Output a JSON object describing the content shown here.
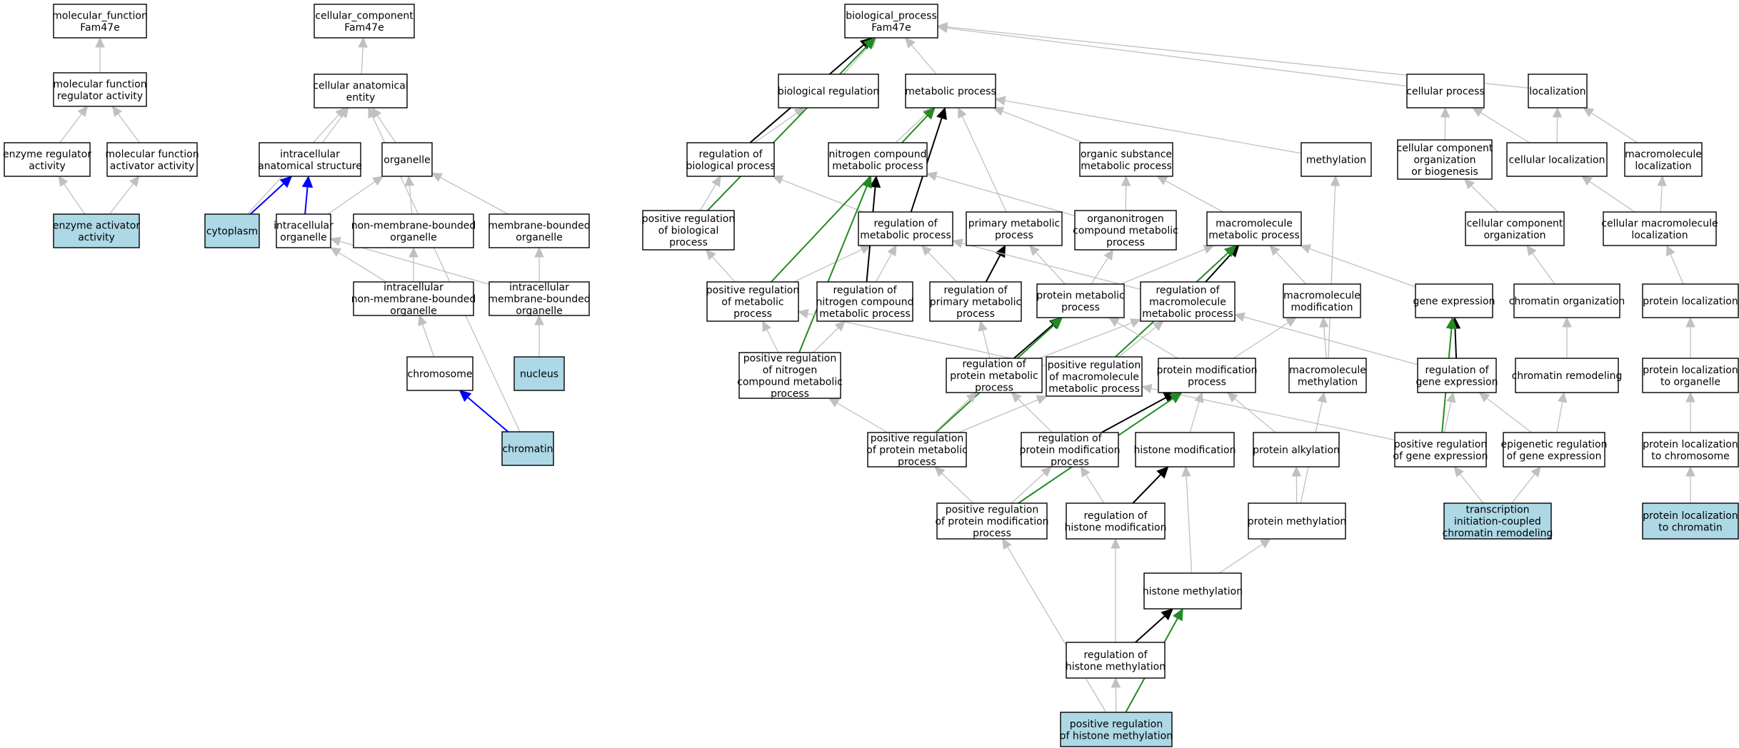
{
  "colors": {
    "node_fill": "#ffffff",
    "highlight_fill": "#add8e6",
    "is_a_edge": "#c0c0c0",
    "regulates_edge": "#000000",
    "positively_regulates_edge": "#228b22",
    "part_of_edge": "#0000ff"
  },
  "nodes": [
    {
      "id": "mf",
      "lines": [
        "molecular_function",
        "Fam47e"
      ],
      "highlight": false
    },
    {
      "id": "mfra",
      "lines": [
        "molecular function",
        "regulator activity"
      ],
      "highlight": false
    },
    {
      "id": "era",
      "lines": [
        "enzyme regulator",
        "activity"
      ],
      "highlight": false
    },
    {
      "id": "mfaa",
      "lines": [
        "molecular function",
        "activator activity"
      ],
      "highlight": false
    },
    {
      "id": "eaa",
      "lines": [
        "enzyme activator",
        "activity"
      ],
      "highlight": true
    },
    {
      "id": "cc",
      "lines": [
        "cellular_component",
        "Fam47e"
      ],
      "highlight": false
    },
    {
      "id": "cae",
      "lines": [
        "cellular anatomical",
        "entity"
      ],
      "highlight": false
    },
    {
      "id": "ias",
      "lines": [
        "intracellular",
        "anatomical structure"
      ],
      "highlight": false
    },
    {
      "id": "org",
      "lines": [
        "organelle"
      ],
      "highlight": false
    },
    {
      "id": "cyto",
      "lines": [
        "cytoplasm"
      ],
      "highlight": true
    },
    {
      "id": "io",
      "lines": [
        "intracellular",
        "organelle"
      ],
      "highlight": false
    },
    {
      "id": "nmbo",
      "lines": [
        "non-membrane-bounded",
        "organelle"
      ],
      "highlight": false
    },
    {
      "id": "mbo",
      "lines": [
        "membrane-bounded",
        "organelle"
      ],
      "highlight": false
    },
    {
      "id": "inmbo",
      "lines": [
        "intracellular",
        "non-membrane-bounded",
        "organelle"
      ],
      "highlight": false
    },
    {
      "id": "imbo",
      "lines": [
        "intracellular",
        "membrane-bounded",
        "organelle"
      ],
      "highlight": false
    },
    {
      "id": "chrom",
      "lines": [
        "chromosome"
      ],
      "highlight": false
    },
    {
      "id": "nuc",
      "lines": [
        "nucleus"
      ],
      "highlight": true
    },
    {
      "id": "chrt",
      "lines": [
        "chromatin"
      ],
      "highlight": true
    },
    {
      "id": "bp",
      "lines": [
        "biological_process",
        "Fam47e"
      ],
      "highlight": false
    },
    {
      "id": "breg",
      "lines": [
        "biological regulation"
      ],
      "highlight": false
    },
    {
      "id": "mp",
      "lines": [
        "metabolic process"
      ],
      "highlight": false
    },
    {
      "id": "cp",
      "lines": [
        "cellular process"
      ],
      "highlight": false
    },
    {
      "id": "loc",
      "lines": [
        "localization"
      ],
      "highlight": false
    },
    {
      "id": "rbp",
      "lines": [
        "regulation of",
        "biological process"
      ],
      "highlight": false
    },
    {
      "id": "ncmp",
      "lines": [
        "nitrogen compound",
        "metabolic process"
      ],
      "highlight": false
    },
    {
      "id": "osmp",
      "lines": [
        "organic substance",
        "metabolic process"
      ],
      "highlight": false
    },
    {
      "id": "meth",
      "lines": [
        "methylation"
      ],
      "highlight": false
    },
    {
      "id": "ccob",
      "lines": [
        "cellular component",
        "organization",
        "or biogenesis"
      ],
      "highlight": false
    },
    {
      "id": "cloc",
      "lines": [
        "cellular localization"
      ],
      "highlight": false
    },
    {
      "id": "mloc",
      "lines": [
        "macromolecule",
        "localization"
      ],
      "highlight": false
    },
    {
      "id": "prbp",
      "lines": [
        "positive regulation",
        "of biological",
        "process"
      ],
      "highlight": false
    },
    {
      "id": "rmp",
      "lines": [
        "regulation of",
        "metabolic process"
      ],
      "highlight": false
    },
    {
      "id": "pmp",
      "lines": [
        "primary metabolic",
        "process"
      ],
      "highlight": false
    },
    {
      "id": "oncmp",
      "lines": [
        "organonitrogen",
        "compound metabolic",
        "process"
      ],
      "highlight": false
    },
    {
      "id": "mmp",
      "lines": [
        "macromolecule",
        "metabolic process"
      ],
      "highlight": false
    },
    {
      "id": "cco",
      "lines": [
        "cellular component",
        "organization"
      ],
      "highlight": false
    },
    {
      "id": "cmloc",
      "lines": [
        "cellular macromolecule",
        "localization"
      ],
      "highlight": false
    },
    {
      "id": "prmp",
      "lines": [
        "positive regulation",
        "of metabolic",
        "process"
      ],
      "highlight": false
    },
    {
      "id": "rncmp",
      "lines": [
        "regulation of",
        "nitrogen compound",
        "metabolic process"
      ],
      "highlight": false
    },
    {
      "id": "rpmp",
      "lines": [
        "regulation of",
        "primary metabolic",
        "process"
      ],
      "highlight": false
    },
    {
      "id": "protmp",
      "lines": [
        "protein metabolic",
        "process"
      ],
      "highlight": false
    },
    {
      "id": "rmmp",
      "lines": [
        "regulation of",
        "macromolecule",
        "metabolic process"
      ],
      "highlight": false
    },
    {
      "id": "mmod",
      "lines": [
        "macromolecule",
        "modification"
      ],
      "highlight": false
    },
    {
      "id": "gexp",
      "lines": [
        "gene expression"
      ],
      "highlight": false
    },
    {
      "id": "corg",
      "lines": [
        "chromatin organization"
      ],
      "highlight": false
    },
    {
      "id": "ploc",
      "lines": [
        "protein localization"
      ],
      "highlight": false
    },
    {
      "id": "prncmp",
      "lines": [
        "positive regulation",
        "of nitrogen",
        "compound metabolic",
        "process"
      ],
      "highlight": false
    },
    {
      "id": "rprotmp",
      "lines": [
        "regulation of",
        "protein metabolic",
        "process"
      ],
      "highlight": false
    },
    {
      "id": "prmmp",
      "lines": [
        "positive regulation",
        "of macromolecule",
        "metabolic process"
      ],
      "highlight": false
    },
    {
      "id": "pmodp",
      "lines": [
        "protein modification",
        "process"
      ],
      "highlight": false
    },
    {
      "id": "mmeth",
      "lines": [
        "macromolecule",
        "methylation"
      ],
      "highlight": false
    },
    {
      "id": "rgexp",
      "lines": [
        "regulation of",
        "gene expression"
      ],
      "highlight": false
    },
    {
      "id": "crem",
      "lines": [
        "chromatin remodeling"
      ],
      "highlight": false
    },
    {
      "id": "plorg",
      "lines": [
        "protein localization",
        "to organelle"
      ],
      "highlight": false
    },
    {
      "id": "prprotmp",
      "lines": [
        "positive regulation",
        "of protein metabolic",
        "process"
      ],
      "highlight": false
    },
    {
      "id": "rpmodp",
      "lines": [
        "regulation of",
        "protein modification",
        "process"
      ],
      "highlight": false
    },
    {
      "id": "hmod",
      "lines": [
        "histone modification"
      ],
      "highlight": false
    },
    {
      "id": "palk",
      "lines": [
        "protein alkylation"
      ],
      "highlight": false
    },
    {
      "id": "prgexp",
      "lines": [
        "positive regulation",
        "of gene expression"
      ],
      "highlight": false
    },
    {
      "id": "ergexp",
      "lines": [
        "epigenetic regulation",
        "of gene expression"
      ],
      "highlight": false
    },
    {
      "id": "plchrom",
      "lines": [
        "protein localization",
        "to chromosome"
      ],
      "highlight": false
    },
    {
      "id": "prpmodp",
      "lines": [
        "positive regulation",
        "of protein modification",
        "process"
      ],
      "highlight": false
    },
    {
      "id": "rhmod",
      "lines": [
        "regulation of",
        "histone modification"
      ],
      "highlight": false
    },
    {
      "id": "pmeth",
      "lines": [
        "protein methylation"
      ],
      "highlight": false
    },
    {
      "id": "ticcr",
      "lines": [
        "transcription",
        "initiation-coupled",
        "chromatin remodeling"
      ],
      "highlight": true
    },
    {
      "id": "plchrt",
      "lines": [
        "protein localization",
        "to chromatin"
      ],
      "highlight": true
    },
    {
      "id": "hmeth",
      "lines": [
        "histone methylation"
      ],
      "highlight": false
    },
    {
      "id": "rhmeth",
      "lines": [
        "regulation of",
        "histone methylation"
      ],
      "highlight": false
    },
    {
      "id": "prhmeth",
      "lines": [
        "positive regulation",
        "of histone methylation"
      ],
      "highlight": true
    }
  ],
  "edges": [
    {
      "from": "mfra",
      "to": "mf",
      "type": "is_a"
    },
    {
      "from": "era",
      "to": "mfra",
      "type": "is_a"
    },
    {
      "from": "mfaa",
      "to": "mfra",
      "type": "is_a"
    },
    {
      "from": "eaa",
      "to": "era",
      "type": "is_a"
    },
    {
      "from": "eaa",
      "to": "mfaa",
      "type": "is_a"
    },
    {
      "from": "cae",
      "to": "cc",
      "type": "is_a"
    },
    {
      "from": "ias",
      "to": "cae",
      "type": "is_a"
    },
    {
      "from": "org",
      "to": "cae",
      "type": "is_a"
    },
    {
      "from": "cyto",
      "to": "cae",
      "type": "is_a"
    },
    {
      "from": "cyto",
      "to": "ias",
      "type": "part_of"
    },
    {
      "from": "io",
      "to": "ias",
      "type": "part_of"
    },
    {
      "from": "io",
      "to": "org",
      "type": "is_a"
    },
    {
      "from": "nmbo",
      "to": "org",
      "type": "is_a"
    },
    {
      "from": "mbo",
      "to": "org",
      "type": "is_a"
    },
    {
      "from": "inmbo",
      "to": "io",
      "type": "is_a"
    },
    {
      "from": "inmbo",
      "to": "nmbo",
      "type": "is_a"
    },
    {
      "from": "imbo",
      "to": "io",
      "type": "is_a"
    },
    {
      "from": "imbo",
      "to": "mbo",
      "type": "is_a"
    },
    {
      "from": "chrom",
      "to": "inmbo",
      "type": "is_a"
    },
    {
      "from": "nuc",
      "to": "imbo",
      "type": "is_a"
    },
    {
      "from": "chrt",
      "to": "chrom",
      "type": "part_of"
    },
    {
      "from": "chrt",
      "to": "cae",
      "type": "is_a"
    },
    {
      "from": "breg",
      "to": "bp",
      "type": "is_a"
    },
    {
      "from": "mp",
      "to": "bp",
      "type": "is_a"
    },
    {
      "from": "cp",
      "to": "bp",
      "type": "is_a"
    },
    {
      "from": "loc",
      "to": "bp",
      "type": "is_a"
    },
    {
      "from": "rbp",
      "to": "bp",
      "type": "regulates"
    },
    {
      "from": "rbp",
      "to": "breg",
      "type": "is_a"
    },
    {
      "from": "prbp",
      "to": "bp",
      "type": "positively_regulates"
    },
    {
      "from": "prbp",
      "to": "rbp",
      "type": "is_a"
    },
    {
      "from": "ncmp",
      "to": "mp",
      "type": "is_a"
    },
    {
      "from": "osmp",
      "to": "mp",
      "type": "is_a"
    },
    {
      "from": "meth",
      "to": "mp",
      "type": "is_a"
    },
    {
      "from": "pmp",
      "to": "mp",
      "type": "is_a"
    },
    {
      "from": "rmp",
      "to": "mp",
      "type": "regulates"
    },
    {
      "from": "rmp",
      "to": "rbp",
      "type": "is_a"
    },
    {
      "from": "prmp",
      "to": "mp",
      "type": "positively_regulates"
    },
    {
      "from": "prmp",
      "to": "rmp",
      "type": "is_a"
    },
    {
      "from": "prmp",
      "to": "prbp",
      "type": "is_a"
    },
    {
      "from": "oncmp",
      "to": "ncmp",
      "type": "is_a"
    },
    {
      "from": "oncmp",
      "to": "osmp",
      "type": "is_a"
    },
    {
      "from": "mmp",
      "to": "osmp",
      "type": "is_a"
    },
    {
      "from": "rncmp",
      "to": "ncmp",
      "type": "regulates"
    },
    {
      "from": "rncmp",
      "to": "rmp",
      "type": "is_a"
    },
    {
      "from": "prncmp",
      "to": "ncmp",
      "type": "positively_regulates"
    },
    {
      "from": "prncmp",
      "to": "rncmp",
      "type": "is_a"
    },
    {
      "from": "prncmp",
      "to": "prmp",
      "type": "is_a"
    },
    {
      "from": "rpmp",
      "to": "pmp",
      "type": "regulates"
    },
    {
      "from": "rpmp",
      "to": "rmp",
      "type": "is_a"
    },
    {
      "from": "protmp",
      "to": "pmp",
      "type": "is_a"
    },
    {
      "from": "protmp",
      "to": "oncmp",
      "type": "is_a"
    },
    {
      "from": "protmp",
      "to": "mmp",
      "type": "is_a"
    },
    {
      "from": "rmmp",
      "to": "mmp",
      "type": "regulates"
    },
    {
      "from": "rmmp",
      "to": "rmp",
      "type": "is_a"
    },
    {
      "from": "mmod",
      "to": "mmp",
      "type": "is_a"
    },
    {
      "from": "gexp",
      "to": "mmp",
      "type": "is_a"
    },
    {
      "from": "rprotmp",
      "to": "protmp",
      "type": "regulates"
    },
    {
      "from": "rprotmp",
      "to": "rpmp",
      "type": "is_a"
    },
    {
      "from": "rprotmp",
      "to": "rmmp",
      "type": "is_a"
    },
    {
      "from": "prmmp",
      "to": "mmp",
      "type": "positively_regulates"
    },
    {
      "from": "prmmp",
      "to": "rmmp",
      "type": "is_a"
    },
    {
      "from": "prmmp",
      "to": "prmp",
      "type": "is_a"
    },
    {
      "from": "pmodp",
      "to": "protmp",
      "type": "is_a"
    },
    {
      "from": "pmodp",
      "to": "mmod",
      "type": "is_a"
    },
    {
      "from": "mmeth",
      "to": "mmod",
      "type": "is_a"
    },
    {
      "from": "mmeth",
      "to": "meth",
      "type": "is_a"
    },
    {
      "from": "rgexp",
      "to": "gexp",
      "type": "regulates"
    },
    {
      "from": "rgexp",
      "to": "rmmp",
      "type": "is_a"
    },
    {
      "from": "ccob",
      "to": "cp",
      "type": "is_a"
    },
    {
      "from": "cloc",
      "to": "cp",
      "type": "is_a"
    },
    {
      "from": "cloc",
      "to": "loc",
      "type": "is_a"
    },
    {
      "from": "mloc",
      "to": "loc",
      "type": "is_a"
    },
    {
      "from": "cco",
      "to": "ccob",
      "type": "is_a"
    },
    {
      "from": "cmloc",
      "to": "cloc",
      "type": "is_a"
    },
    {
      "from": "cmloc",
      "to": "mloc",
      "type": "is_a"
    },
    {
      "from": "corg",
      "to": "cco",
      "type": "is_a"
    },
    {
      "from": "ploc",
      "to": "cmloc",
      "type": "is_a"
    },
    {
      "from": "crem",
      "to": "corg",
      "type": "is_a"
    },
    {
      "from": "plorg",
      "to": "ploc",
      "type": "is_a"
    },
    {
      "from": "plchrom",
      "to": "plorg",
      "type": "is_a"
    },
    {
      "from": "plchrt",
      "to": "plchrom",
      "type": "is_a"
    },
    {
      "from": "prprotmp",
      "to": "protmp",
      "type": "positively_regulates"
    },
    {
      "from": "prprotmp",
      "to": "rprotmp",
      "type": "is_a"
    },
    {
      "from": "prprotmp",
      "to": "prmmp",
      "type": "is_a"
    },
    {
      "from": "prprotmp",
      "to": "prncmp",
      "type": "is_a"
    },
    {
      "from": "rpmodp",
      "to": "pmodp",
      "type": "regulates"
    },
    {
      "from": "rpmodp",
      "to": "rprotmp",
      "type": "is_a"
    },
    {
      "from": "hmod",
      "to": "pmodp",
      "type": "is_a"
    },
    {
      "from": "palk",
      "to": "pmodp",
      "type": "is_a"
    },
    {
      "from": "prgexp",
      "to": "gexp",
      "type": "positively_regulates"
    },
    {
      "from": "prgexp",
      "to": "rgexp",
      "type": "is_a"
    },
    {
      "from": "prgexp",
      "to": "prmmp",
      "type": "is_a"
    },
    {
      "from": "ergexp",
      "to": "rgexp",
      "type": "is_a"
    },
    {
      "from": "ergexp",
      "to": "crem",
      "type": "is_a"
    },
    {
      "from": "prpmodp",
      "to": "pmodp",
      "type": "positively_regulates"
    },
    {
      "from": "prpmodp",
      "to": "rpmodp",
      "type": "is_a"
    },
    {
      "from": "prpmodp",
      "to": "prprotmp",
      "type": "is_a"
    },
    {
      "from": "rhmod",
      "to": "hmod",
      "type": "regulates"
    },
    {
      "from": "rhmod",
      "to": "rpmodp",
      "type": "is_a"
    },
    {
      "from": "pmeth",
      "to": "palk",
      "type": "is_a"
    },
    {
      "from": "pmeth",
      "to": "mmeth",
      "type": "is_a"
    },
    {
      "from": "ticcr",
      "to": "prgexp",
      "type": "is_a"
    },
    {
      "from": "ticcr",
      "to": "ergexp",
      "type": "is_a"
    },
    {
      "from": "hmeth",
      "to": "hmod",
      "type": "is_a"
    },
    {
      "from": "hmeth",
      "to": "pmeth",
      "type": "is_a"
    },
    {
      "from": "rhmeth",
      "to": "hmeth",
      "type": "regulates"
    },
    {
      "from": "rhmeth",
      "to": "rhmod",
      "type": "is_a"
    },
    {
      "from": "prhmeth",
      "to": "hmeth",
      "type": "positively_regulates"
    },
    {
      "from": "prhmeth",
      "to": "rhmeth",
      "type": "is_a"
    },
    {
      "from": "prhmeth",
      "to": "prpmodp",
      "type": "is_a"
    }
  ]
}
